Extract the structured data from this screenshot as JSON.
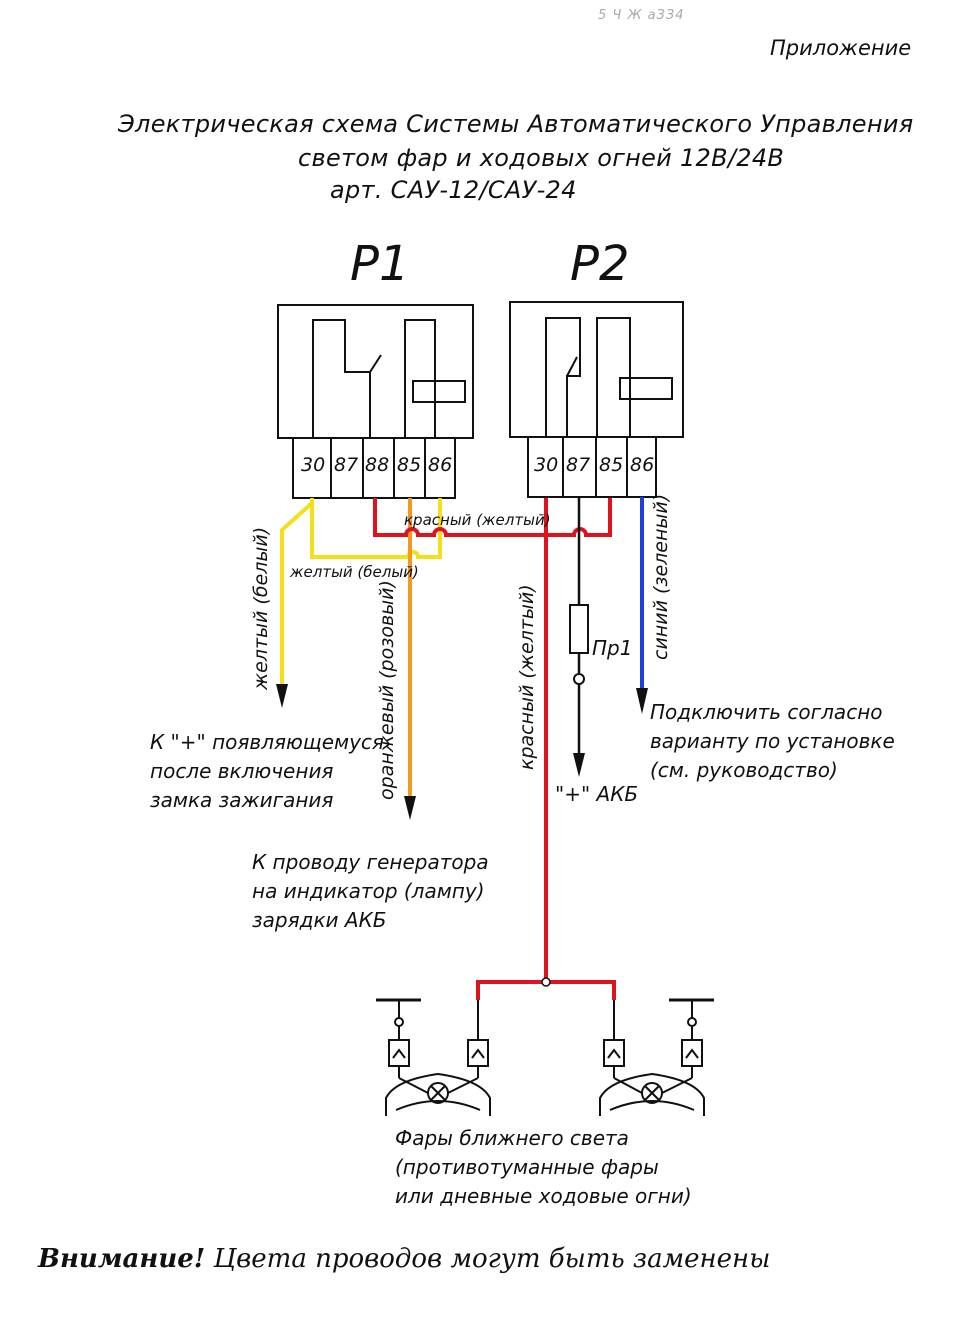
{
  "header": {
    "scan_mark": "5 Ч Ж аЗЗ4",
    "appendix": "Приложение",
    "title_line1": "Электрическая схема Системы Автоматического Управления",
    "title_line2": "светом фар и ходовых огней 12В/24В",
    "title_line3": "арт. САУ-12/САУ-24"
  },
  "relays": [
    {
      "label": "Р1",
      "pins": [
        "30",
        "87",
        "88",
        "85",
        "86"
      ]
    },
    {
      "label": "Р2",
      "pins": [
        "30",
        "87",
        "85",
        "86"
      ]
    }
  ],
  "wires": {
    "red_horizontal": "красный (желтый)",
    "yellow_horizontal": "желтый (белый)",
    "yellow_vertical": "желтый (белый)",
    "orange_vertical": "оранжевый (розовый)",
    "red_vertical": "красный (желтый)",
    "blue_vertical": "синий (зеленый)",
    "fuse": "Пр1"
  },
  "colors": {
    "yellow": "#f5df1a",
    "orange": "#f39a1e",
    "red": "#e0121b",
    "blue": "#1b3fe0",
    "black": "#111111"
  },
  "destinations": {
    "ignition": [
      "К \"+\" появляющемуся",
      "после включения",
      "замка зажигания"
    ],
    "generator": [
      "К проводу генератора",
      "на индикатор (лампу)",
      "зарядки АКБ"
    ],
    "battery": "\"+\" АКБ",
    "connect": [
      "Подключить согласно",
      "варианту по установке",
      "(см. руководство)"
    ]
  },
  "lamps_caption": [
    "Фары ближнего света",
    "(противотуманные фары",
    "или дневные ходовые огни)"
  ],
  "warning": {
    "bold": "Внимание!",
    "text": " Цвета проводов могут быть заменены"
  }
}
